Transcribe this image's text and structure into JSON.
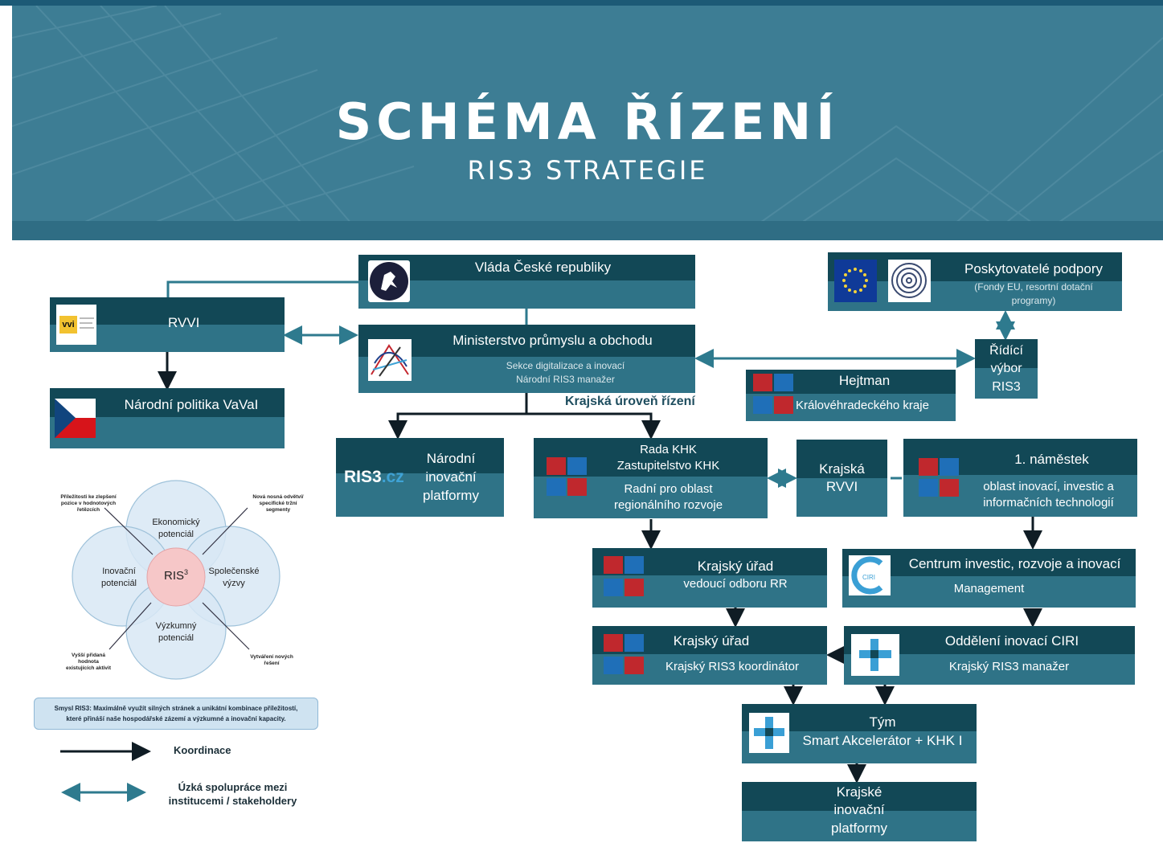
{
  "header": {
    "title": "SCHÉMA ŘÍZENÍ",
    "subtitle": "RIS3 STRATEGIE"
  },
  "boxes": {
    "vlada": {
      "title": "Vláda České republiky"
    },
    "rvvi": {
      "title": "RVVI"
    },
    "narodni_politika": {
      "title": "Národní politika VaVaI"
    },
    "mpo": {
      "title": "Ministerstvo průmyslu a obchodu",
      "line1": "Sekce digitalizace a inovací",
      "line2": "Národní RIS3 manažer"
    },
    "poskytovatele": {
      "title": "Poskytovatelé podpory",
      "line1": "(Fondy EU, resortní dotační",
      "line2": "programy)"
    },
    "ridici": {
      "line1": "Řídící",
      "line2": "výbor",
      "line3": "RIS3"
    },
    "hejtman": {
      "title": "Hejtman",
      "line1": "Královéhradeckého kraje"
    },
    "narodni_platformy": {
      "line1": "Národní",
      "line2": "inovační",
      "line3": "platformy"
    },
    "rada": {
      "title1": "Rada KHK",
      "title2": "Zastupitelstvo KHK",
      "line1": "Radní pro oblast",
      "line2": "regionálního rozvoje"
    },
    "krajska_rvvi": {
      "line1": "Krajská",
      "line2": "RVVI"
    },
    "namestek": {
      "title": "1.  náměstek",
      "line1": "oblast inovací, investic a",
      "line2": "informačních technologií"
    },
    "krajsky_urad_rr": {
      "title": "Krajský úřad",
      "line1": "vedoucí odboru RR"
    },
    "ciri": {
      "title": "Centrum investic, rozvoje a inovací",
      "line1": "Management"
    },
    "krajsky_urad_koord": {
      "title": "Krajský úřad",
      "line1": "Krajský RIS3 koordinátor"
    },
    "oddeleni": {
      "title": "Oddělení inovací CIRI",
      "line1": "Krajský RIS3 manažer"
    },
    "tym": {
      "title": "Tým",
      "line1": "Smart Akcelerátor + KHK I"
    },
    "krajske_platformy": {
      "line1": "Krajské",
      "line2": "inovační",
      "line3": "platformy"
    }
  },
  "labels": {
    "krajska_uroven": "Krajská úroveň řízení"
  },
  "logos": {
    "ris3_text": "RIS",
    "ris3_num": "3",
    "ris3_cz": ".cz",
    "vvi": "vvi",
    "ciri": "CIRI"
  },
  "venn": {
    "center_base": "RIS",
    "center_sup": "3",
    "top": [
      "Ekonomický",
      "potenciál"
    ],
    "left": [
      "Inovační",
      "potenciál"
    ],
    "right": [
      "Společenské",
      "výzvy"
    ],
    "bottom": [
      "Výzkumný",
      "potenciál"
    ],
    "ann_tl": [
      "Příležitosti ke zlepšení",
      "pozice v hodnotových",
      "řetězcích"
    ],
    "ann_tr": [
      "Nová nosná odvětví/",
      "specifické tržní",
      "segmenty"
    ],
    "ann_bl": [
      "Vyšší přidaná",
      "hodnota",
      "existujících aktivit"
    ],
    "ann_br": [
      "Vytváření nových",
      "řešení"
    ],
    "note_line1": "Smysl RIS3: Maximálně využít silných stránek a unikátní kombinace příležitostí,",
    "note_line2": "které přináší naše hospodářské zázemí a výzkumné a inovační kapacity."
  },
  "legend": {
    "koordinace": "Koordinace",
    "spoluprace_line1": "Úzká spolupráce mezi",
    "spoluprace_line2": "institucemi / stakeholdery"
  },
  "colors": {
    "box": "#2f7387",
    "band": "#124856",
    "banner": "#3d7d94",
    "arrow_dark": "#0f1c24",
    "arrow_teal": "#2e7a8e"
  }
}
